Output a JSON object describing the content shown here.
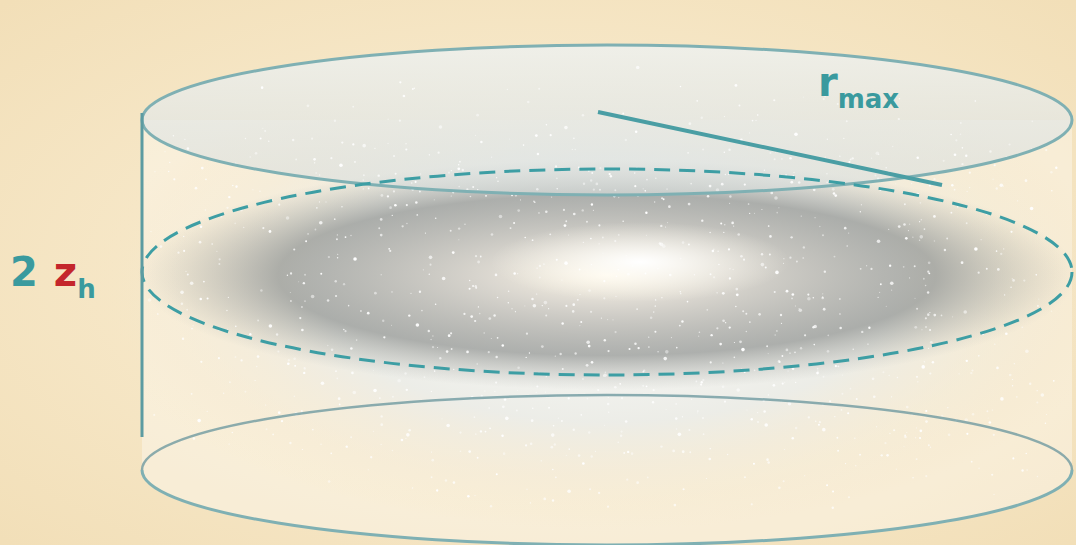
{
  "diagram": {
    "labels": [
      "2",
      "z",
      "h",
      "r",
      "max"
    ]
  }
}
